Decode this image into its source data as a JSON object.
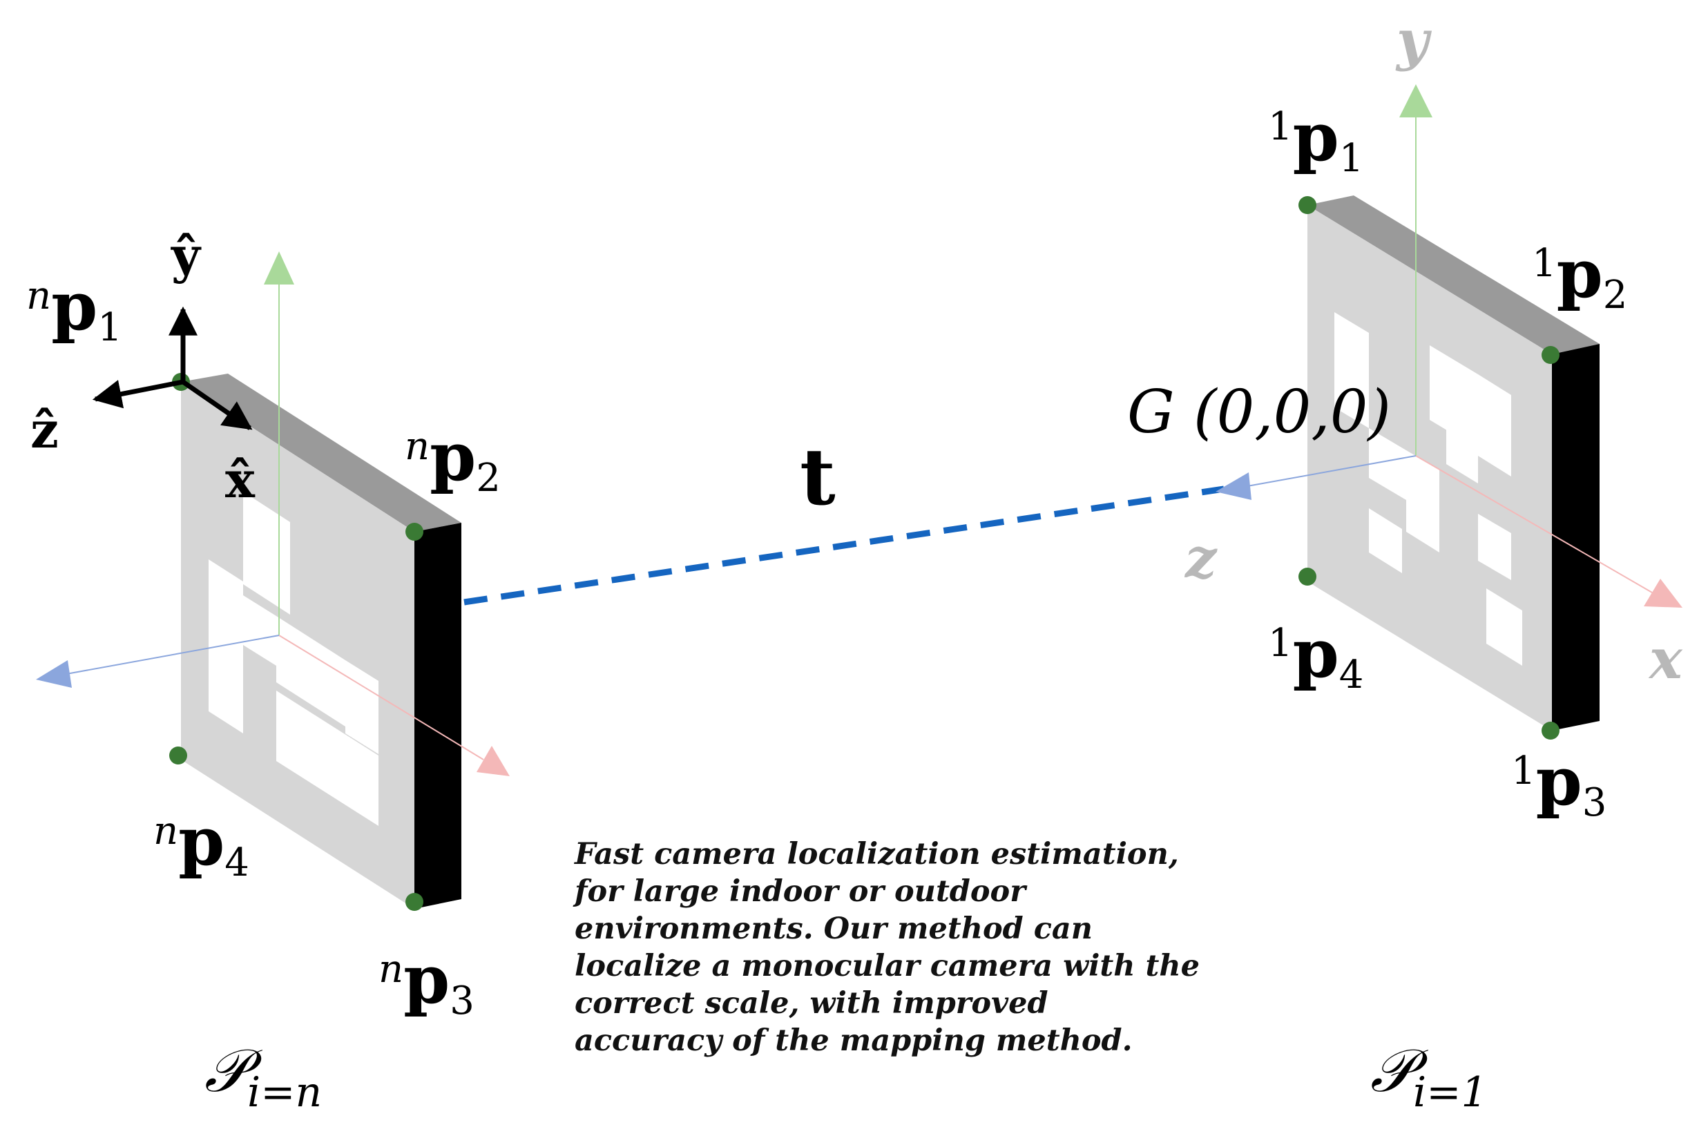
{
  "translation": {
    "label": "t",
    "color": "#1565c0"
  },
  "origin_label": "G (0,0,0)",
  "marker_n": {
    "name_base": "𝒫",
    "name_sub": "i=n",
    "corner_prefix": "n",
    "corners": [
      {
        "base": "p",
        "index": "1"
      },
      {
        "base": "p",
        "index": "2"
      },
      {
        "base": "p",
        "index": "3"
      },
      {
        "base": "p",
        "index": "4"
      }
    ],
    "local_axes": {
      "x": "x̂",
      "y": "ŷ",
      "z": "ẑ"
    }
  },
  "marker_1": {
    "name_base": "𝒫",
    "name_sub": "i=1",
    "corner_prefix": "1",
    "corners": [
      {
        "base": "p",
        "index": "1"
      },
      {
        "base": "p",
        "index": "2"
      },
      {
        "base": "p",
        "index": "3"
      },
      {
        "base": "p",
        "index": "4"
      }
    ],
    "world_axes": {
      "x": "x",
      "y": "y",
      "z": "z"
    }
  },
  "caption_lines": [
    "Fast camera localization estimation,",
    "for large indoor or outdoor",
    "environments. Our method can",
    "localize a monocular camera with the",
    "correct scale, with improved",
    "accuracy of the mapping method."
  ],
  "colors": {
    "face": "#d6d6d6",
    "top": "#9a9a9a",
    "side": "#000000",
    "corner_dot": "#3a7a34",
    "axis_x": "#f4b8b8",
    "axis_y": "#a9d99a",
    "axis_z": "#8ba6dd",
    "axis_label_gray": "#b8b8b8"
  }
}
